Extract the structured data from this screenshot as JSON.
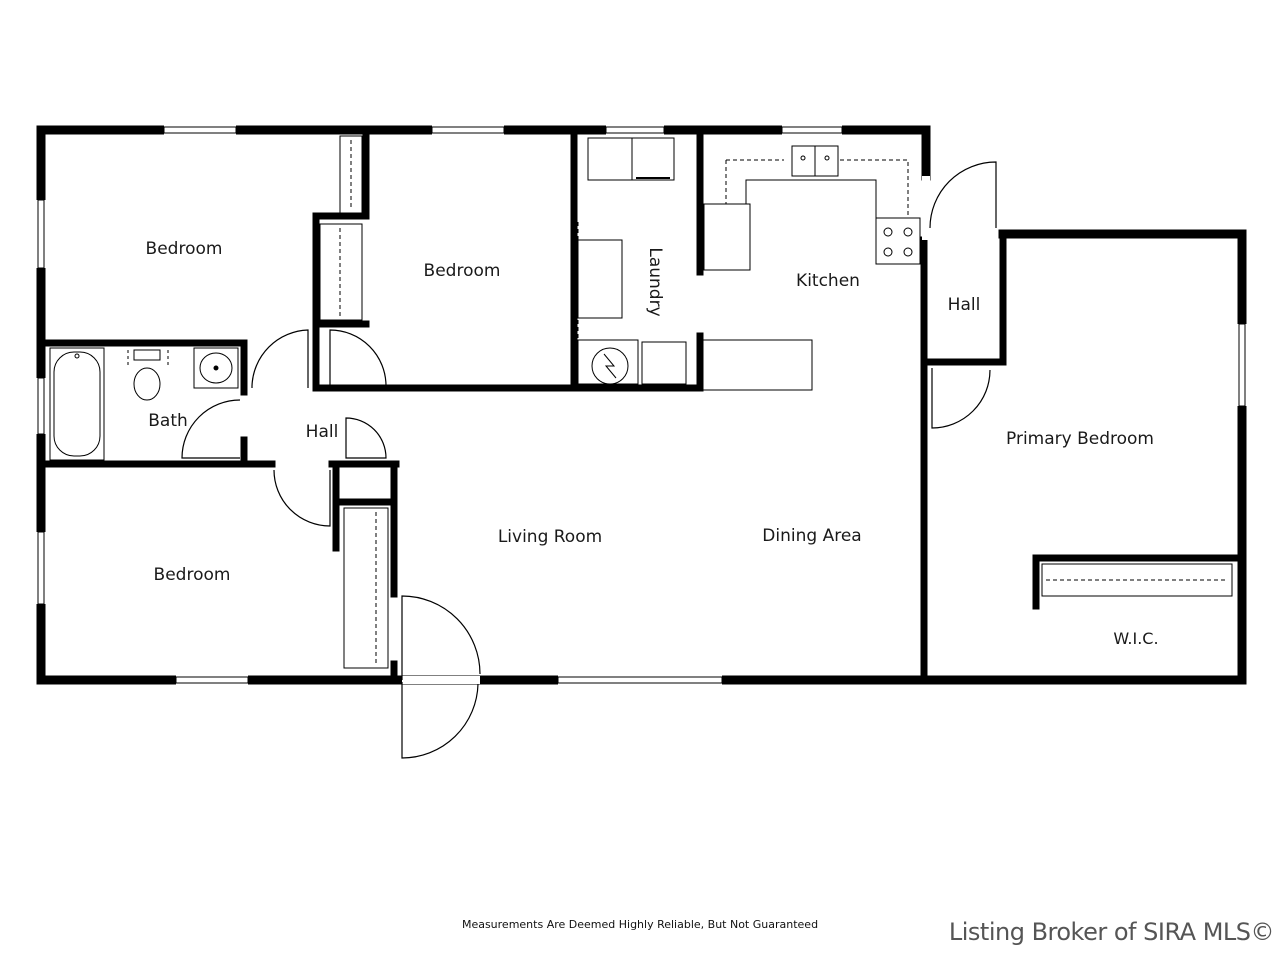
{
  "rooms": {
    "bedroom_nw": "Bedroom",
    "bedroom_n": "Bedroom",
    "laundry": "Laundry",
    "kitchen": "Kitchen",
    "hall_east": "Hall",
    "bath": "Bath",
    "hall_center": "Hall",
    "bedroom_sw": "Bedroom",
    "living_room": "Living Room",
    "dining_area": "Dining Area",
    "primary_bedroom": "Primary Bedroom",
    "wic": "W.I.C."
  },
  "footer": {
    "disclaimer": "Measurements Are Deemed Highly Reliable, But Not Guaranteed",
    "watermark": "Listing Broker of SIRA MLS©"
  }
}
